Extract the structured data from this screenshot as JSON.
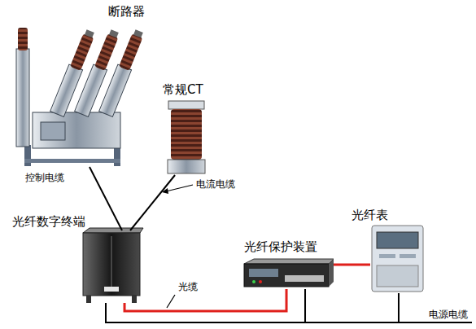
{
  "diagram": {
    "nodes": [
      {
        "text": [
          "断路器"
        ]
      },
      {
        "text": [
          "常规CT"
        ]
      },
      {
        "text": [
          "光纤数字终端"
        ]
      },
      {
        "text": [
          "光纤保护装置"
        ]
      },
      {
        "text": [
          "光纤表"
        ]
      }
    ],
    "edges": [
      {
        "from": 0,
        "to": 2,
        "arrow": "none",
        "label": "控制电缆"
      },
      {
        "from": 1,
        "to": 2,
        "arrow": "none",
        "label": "电流电缆"
      },
      {
        "from": 2,
        "to": 3,
        "arrow": "none",
        "label": "光缆"
      },
      {
        "from": 3,
        "to": 4,
        "arrow": "none"
      },
      {
        "from": 2,
        "to": 3,
        "arrow": "none"
      },
      {
        "from": 2,
        "to": 4,
        "arrow": "none"
      }
    ],
    "labels": [
      "电源电缆"
    ]
  }
}
